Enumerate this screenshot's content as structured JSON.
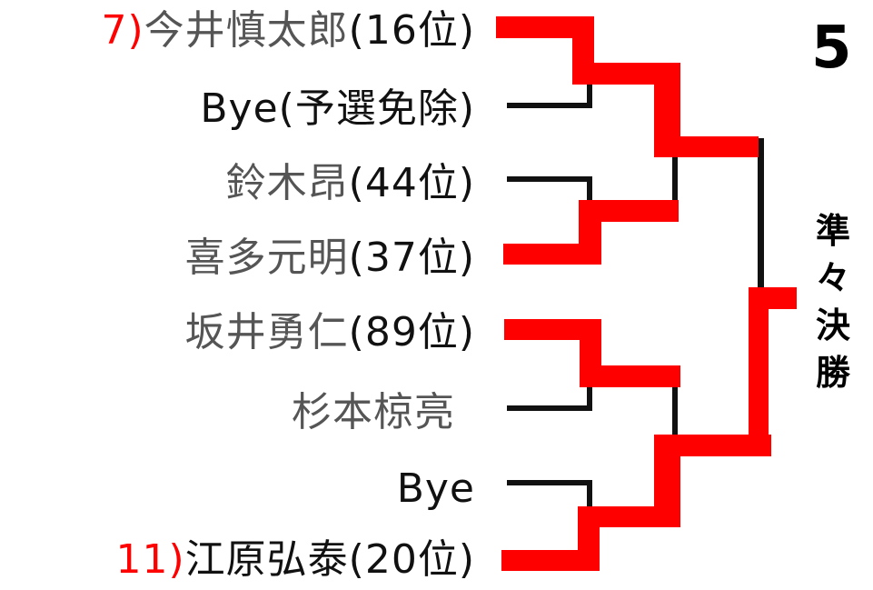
{
  "draw_number": "5",
  "round_label": [
    "準",
    "々",
    "決",
    "勝"
  ],
  "colors": {
    "winner_line": "#ff0000",
    "bracket_line": "#111111",
    "seed": "#ff0000",
    "name": "#555555"
  },
  "players": [
    {
      "seed": "7)",
      "name": "今井慎太郎",
      "rank": "(16位)"
    },
    {
      "seed": "",
      "name": "Bye",
      "rank": "(予選免除)"
    },
    {
      "seed": "",
      "name": "鈴木昂",
      "rank": "(44位)"
    },
    {
      "seed": "",
      "name": "喜多元明",
      "rank": "(37位)"
    },
    {
      "seed": "",
      "name": "坂井勇仁",
      "rank": "(89位)"
    },
    {
      "seed": "",
      "name": "杉本椋亮",
      "rank": ""
    },
    {
      "seed": "",
      "name": "Bye",
      "rank": ""
    },
    {
      "seed": "11)",
      "name": "江原弘泰",
      "rank": "(20位)"
    }
  ]
}
